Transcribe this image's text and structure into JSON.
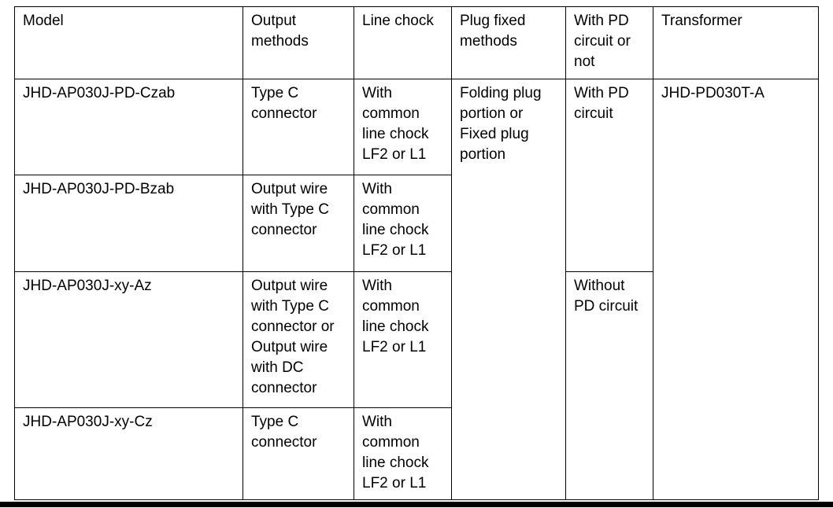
{
  "colors": {
    "border": "#000000",
    "background": "#ffffff",
    "text": "#000000"
  },
  "table": {
    "headers": [
      "Model",
      "Output methods",
      "Line chock",
      "Plug fixed methods",
      "With PD circuit or not",
      "Transformer"
    ],
    "rows": [
      {
        "model": "JHD-AP030J-PD-Czab",
        "output": "Type C connector",
        "chock": "With common line chock LF2 or L1",
        "plug": "Folding plug portion or Fixed plug portion",
        "pd": "With PD circuit",
        "transformer": "JHD-PD030T-A"
      },
      {
        "model": "JHD-AP030J-PD-Bzab",
        "output": "Output wire with Type C connector",
        "chock": "With common line chock LF2 or L1"
      },
      {
        "model": "JHD-AP030J-xy-Az",
        "output": "Output wire with Type C connector or Output wire with DC connector",
        "chock": "With common line chock LF2 or L1",
        "pd": "Without PD circuit"
      },
      {
        "model": "JHD-AP030J-xy-Cz",
        "output": "Type C connector",
        "chock": "With common line chock LF2 or L1"
      }
    ]
  }
}
